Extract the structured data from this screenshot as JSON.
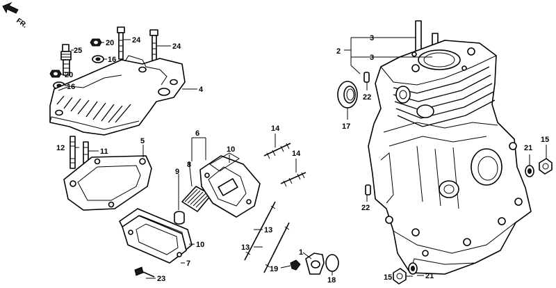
{
  "direction_label": "FR.",
  "callouts": {
    "c1": "1",
    "c2": "2",
    "c3a": "3",
    "c3b": "3",
    "c4": "4",
    "c5": "5",
    "c6": "6",
    "c7": "7",
    "c8": "8",
    "c9": "9",
    "c10a": "10",
    "c10b": "10",
    "c11": "11",
    "c12": "12",
    "c13a": "13",
    "c13b": "13",
    "c14a": "14",
    "c14b": "14",
    "c15a": "15",
    "c15b": "15",
    "c16a": "16",
    "c16b": "16",
    "c17": "17",
    "c18": "18",
    "c19": "19",
    "c20a": "20",
    "c20b": "20",
    "c21a": "21",
    "c21b": "21",
    "c22a": "22",
    "c22b": "22",
    "c23": "23",
    "c24a": "24",
    "c24b": "24",
    "c25": "25"
  },
  "icons": {
    "direction": "arrow-icon"
  }
}
